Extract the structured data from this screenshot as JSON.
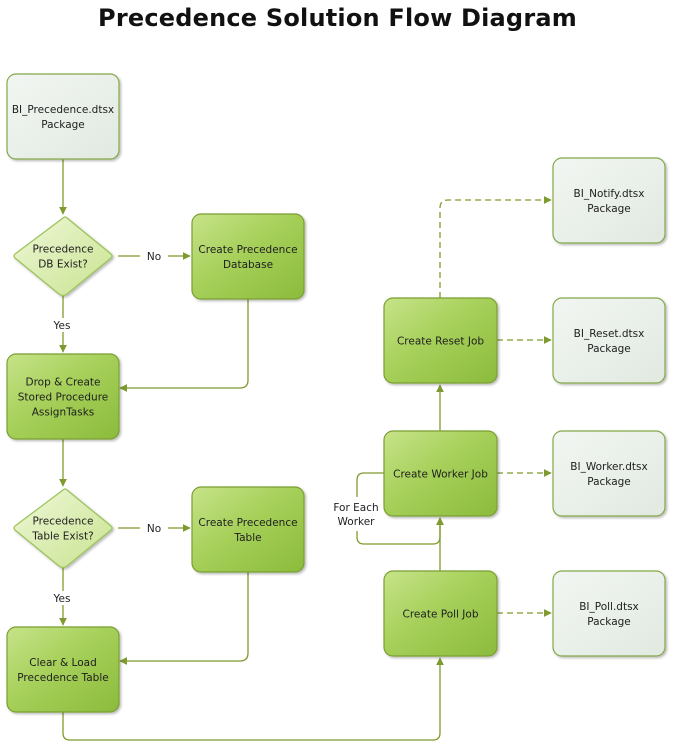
{
  "title": "Precedence Solution Flow Diagram",
  "colors": {
    "edge": "#7f9a2f",
    "package_fill": "#e1e9e1",
    "package_stroke": "#84a84a",
    "process_fill": "#a6d05a",
    "process_stroke": "#7a9f32",
    "decision_fill": "#dbeeb2"
  },
  "nodes": [
    {
      "id": "bi-precedence-package",
      "kind": "package",
      "lines": [
        "BI_Precedence.dtsx",
        "Package"
      ]
    },
    {
      "id": "precedence-db-exist-decision",
      "kind": "decision",
      "lines": [
        "Precedence",
        "DB Exist?"
      ]
    },
    {
      "id": "create-precedence-database",
      "kind": "process",
      "lines": [
        "Create Precedence",
        "Database"
      ]
    },
    {
      "id": "drop-create-stored-procedure",
      "kind": "process",
      "lines": [
        "Drop & Create",
        "Stored Procedure",
        "AssignTasks"
      ]
    },
    {
      "id": "precedence-table-exist-decision",
      "kind": "decision",
      "lines": [
        "Precedence",
        "Table Exist?"
      ]
    },
    {
      "id": "create-precedence-table",
      "kind": "process",
      "lines": [
        "Create Precedence",
        "Table"
      ]
    },
    {
      "id": "clear-load-precedence-table",
      "kind": "process",
      "lines": [
        "Clear & Load",
        "Precedence Table"
      ]
    },
    {
      "id": "create-poll-job",
      "kind": "process",
      "lines": [
        "Create Poll Job"
      ]
    },
    {
      "id": "create-worker-job",
      "kind": "process",
      "lines": [
        "Create Worker Job"
      ]
    },
    {
      "id": "create-reset-job",
      "kind": "process",
      "lines": [
        "Create Reset Job"
      ]
    },
    {
      "id": "bi-notify-package",
      "kind": "package",
      "lines": [
        "BI_Notify.dtsx",
        "Package"
      ]
    },
    {
      "id": "bi-reset-package",
      "kind": "package",
      "lines": [
        "BI_Reset.dtsx",
        "Package"
      ]
    },
    {
      "id": "bi-worker-package",
      "kind": "package",
      "lines": [
        "BI_Worker.dtsx",
        "Package"
      ]
    },
    {
      "id": "bi-poll-package",
      "kind": "package",
      "lines": [
        "BI_Poll.dtsx",
        "Package"
      ]
    }
  ],
  "edges": [
    {
      "from": "bi-precedence-package",
      "to": "precedence-db-exist-decision",
      "style": "solid"
    },
    {
      "from": "precedence-db-exist-decision",
      "to": "create-precedence-database",
      "style": "solid",
      "label": "No"
    },
    {
      "from": "precedence-db-exist-decision",
      "to": "drop-create-stored-procedure",
      "style": "solid",
      "label": "Yes"
    },
    {
      "from": "create-precedence-database",
      "to": "drop-create-stored-procedure",
      "style": "solid"
    },
    {
      "from": "drop-create-stored-procedure",
      "to": "precedence-table-exist-decision",
      "style": "solid"
    },
    {
      "from": "precedence-table-exist-decision",
      "to": "create-precedence-table",
      "style": "solid",
      "label": "No"
    },
    {
      "from": "precedence-table-exist-decision",
      "to": "clear-load-precedence-table",
      "style": "solid",
      "label": "Yes"
    },
    {
      "from": "create-precedence-table",
      "to": "clear-load-precedence-table",
      "style": "solid"
    },
    {
      "from": "clear-load-precedence-table",
      "to": "create-poll-job",
      "style": "solid"
    },
    {
      "from": "create-poll-job",
      "to": "create-worker-job",
      "style": "solid"
    },
    {
      "from": "create-worker-job",
      "to": "create-worker-job",
      "style": "solid",
      "label_lines": [
        "For Each",
        "Worker"
      ]
    },
    {
      "from": "create-worker-job",
      "to": "create-reset-job",
      "style": "solid"
    },
    {
      "from": "create-reset-job",
      "to": "bi-notify-package",
      "style": "dashed"
    },
    {
      "from": "create-reset-job",
      "to": "bi-reset-package",
      "style": "dashed"
    },
    {
      "from": "create-worker-job",
      "to": "bi-worker-package",
      "style": "dashed"
    },
    {
      "from": "create-poll-job",
      "to": "bi-poll-package",
      "style": "dashed"
    }
  ]
}
